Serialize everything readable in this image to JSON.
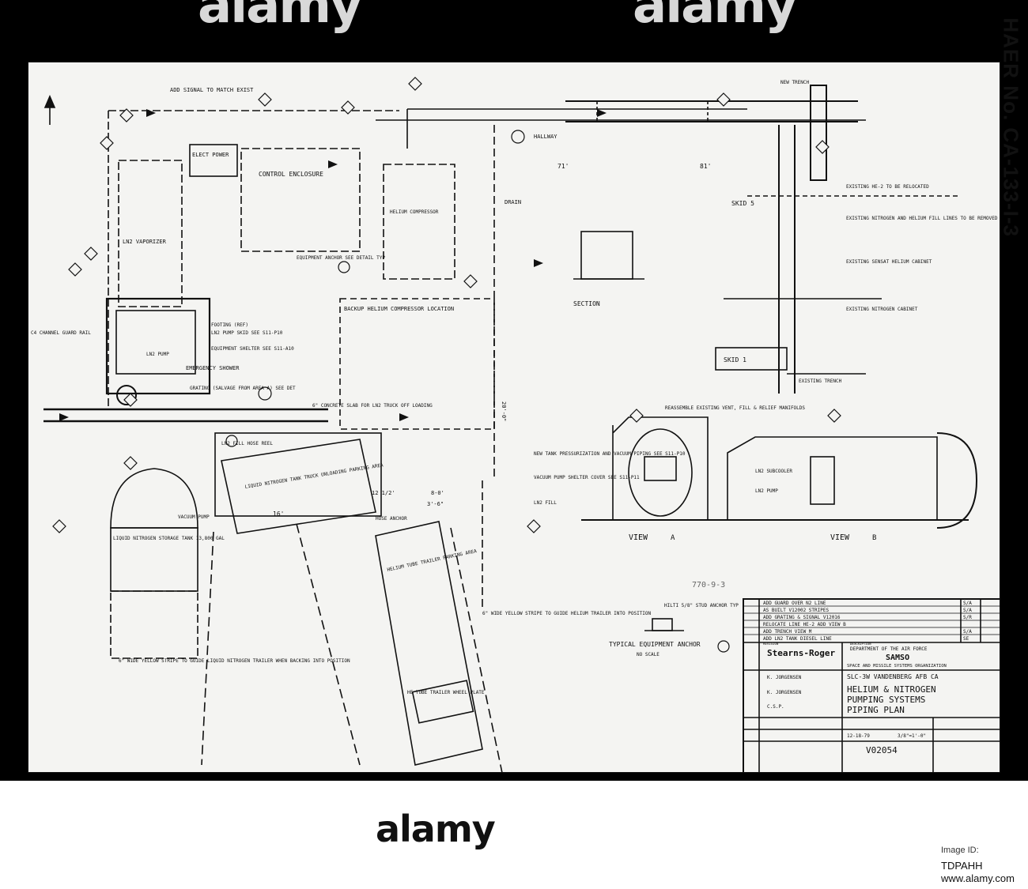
{
  "watermark": {
    "text": "alamy"
  },
  "footer": {
    "id_label": "Image ID:",
    "image_id": "TDPAHH",
    "url": "www.alamy.com"
  },
  "side_label": "HAER No. CA-133-I-3",
  "labels": {
    "add_signal": "ADD SIGNAL TO MATCH EXIST",
    "elect_power": "ELECT POWER",
    "control_enclosure": "CONTROL ENCLOSURE",
    "helium_compressor": "HELIUM COMPRESSOR",
    "hallway": "HALLWAY",
    "drain": "DRAIN",
    "ln2_vaporizer": "LN2 VAPORIZER",
    "backup_helium": "BACKUP HELIUM COMPRESSOR LOCATION",
    "equipment_anchor": "EQUIPMENT ANCHOR SEE DETAIL TYP",
    "c4_channel": "C4 CHANNEL GUARD RAIL",
    "footing": "FOOTING (REF)",
    "pump_skid": "LN2 PUMP SKID SEE S11-P10",
    "equip_shelter": "EQUIPMENT SHELTER SEE S11-A10",
    "ln2_pump": "LN2 PUMP",
    "emergency_shower": "EMERGENCY SHOWER",
    "grating_salvage": "GRATING (SALVAGE FROM AREA A) SEE DET",
    "concrete_slab": "6\" CONCRETE SLAB FOR LN2 TRUCK OFF LOADING",
    "ln2_fill_hose": "LN2 FILL HOSE REEL",
    "liquid_nitrogen_parking": "LIQUID NITROGEN TANK TRUCK UNLOADING PARKING AREA",
    "storage_tank": "LIQUID NITROGEN STORAGE TANK 13,800 GAL",
    "vacuum_pump": "VACUUM PUMP",
    "hose_anchor": "HOSE ANCHOR",
    "helium_trailer": "HELIUM TUBE TRAILER PARKING AREA",
    "yellow_stripe_1": "6\" WIDE YELLOW STRIPE TO GUIDE HELIUM TRAILER INTO POSITION",
    "yellow_stripe_2": "6\" WIDE YELLOW STRIPE TO GUIDE LIQUID NITROGEN TRAILER WHEN BACKING INTO POSITION",
    "tube_trailer": "HE TUBE TRAILER WHEEL PLATE",
    "section": "SECTION",
    "skid_1": "SKID 1",
    "skid_5": "SKID 5",
    "existing_trench": "EXISTING TRENCH",
    "new_trench": "NEW TRENCH",
    "existing_he": "EXISTING HE-2 TO BE RELOCATED",
    "existing_nitrogen": "EXISTING NITROGEN AND HELIUM FILL LINES TO BE REMOVED",
    "existing_sensat": "EXISTING SENSAT HELIUM CABINET",
    "existing_nitrogen_cab": "EXISTING NITROGEN CABINET",
    "view_a": "VIEW",
    "view_a_letter": "A",
    "view_b": "VIEW",
    "view_b_letter": "B",
    "reassemble": "REASSEMBLE EXISTING VENT, FILL & RELIEF MANIFOLDS",
    "new_tank": "NEW TANK PRESSURIZATION AND VACUUM PIPING SEE S11-P10",
    "vacuum_pump_shelter": "VACUUM PUMP SHELTER COVER SEE S11-P11",
    "ln2_fill": "LN2 FILL",
    "ln2_subcooler": "LN2 SUBCOOLER",
    "ln2_pump_b": "LN2 PUMP",
    "typical_anchor": "TYPICAL EQUIPMENT ANCHOR",
    "no_scale": "NO SCALE",
    "stud_anchor": "HILTI 5/8\" STUD ANCHOR TYP",
    "stamp": "770-9-3",
    "dim_71": "71'",
    "dim_81": "81'",
    "dim_16": "16'",
    "dim_12": "12 1/2'",
    "dim_8": "8-0'",
    "dim_3": "3'-6\"",
    "dim_20": "20'-0\""
  },
  "title_block": {
    "revisions": [
      {
        "text": "ADD GUARD OVER N2 LINE",
        "mark": "S/A"
      },
      {
        "text": "AS BUILT V12002 STRIPES",
        "mark": "S/A"
      },
      {
        "text": "ADD GRATING & SIGNAL  V12016",
        "mark": "S/R"
      },
      {
        "text": "RELOCATE LINE HE-2 ADD VIEW B",
        "mark": ""
      },
      {
        "text": "ADD TRENCH VIEW M",
        "mark": "S/A"
      },
      {
        "text": "ADD LN2 TANK DIESEL LINE",
        "mark": "SE"
      }
    ],
    "company": "Stearns-Roger",
    "dept": "DEPARTMENT OF THE AIR FORCE",
    "org": "SAMSO",
    "org_sub": "SPACE AND MISSILE SYSTEMS ORGANIZATION",
    "site": "SLC-3W  VANDENBERG AFB CA",
    "drawn_by": "K. JORGENSEN",
    "checked_by": "K. JORGENSEN",
    "engineer": "C.S.P.",
    "title_1": "HELIUM & NITROGEN",
    "title_2": "PUMPING SYSTEMS",
    "title_3": "PIPING PLAN",
    "date": "12-18-79",
    "scale": "3/8\"=1'-0\"",
    "drawing_no": "V02054",
    "revisions_label": "REVISION",
    "description_label": "DESCRIPTION"
  }
}
